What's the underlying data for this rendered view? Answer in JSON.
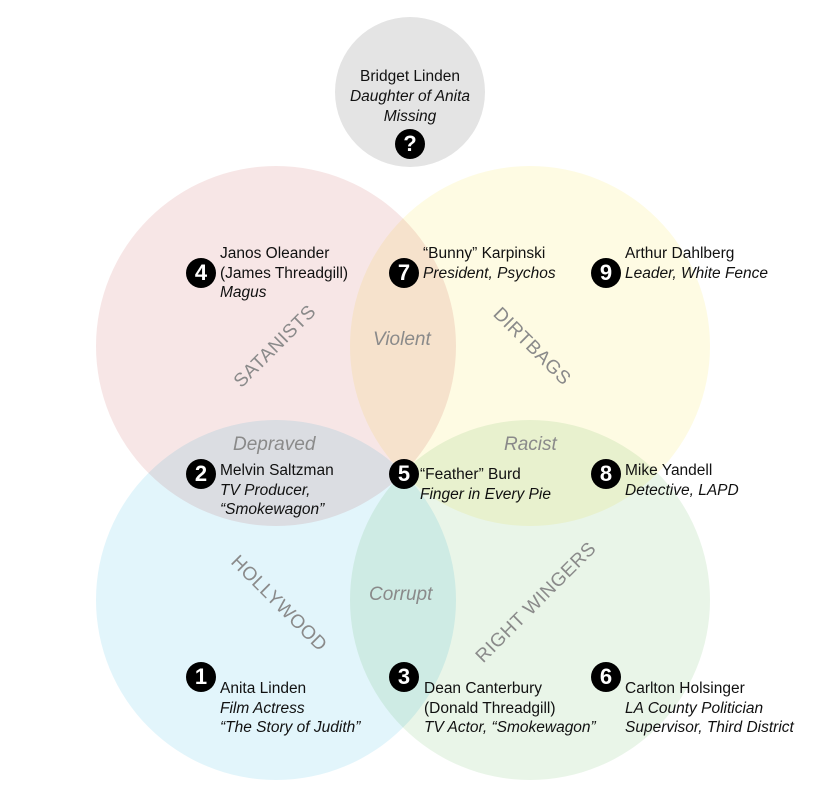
{
  "colors": {
    "satanists": "#f6dcdc",
    "dirtbags": "#fcf7cf",
    "hollywood": "#cdeef9",
    "right_wingers": "#dcefd8",
    "top": "#e4e4e4"
  },
  "top_node": {
    "name": "Bridget Linden",
    "lines": [
      "Daughter of Anita",
      "Missing"
    ],
    "badge": "?",
    "icon": "question-mark-icon"
  },
  "groups": {
    "satanists": "SATANISTS",
    "dirtbags": "DIRTBAGS",
    "hollywood": "HOLLYWOOD",
    "right_wingers": "RIGHT WINGERS"
  },
  "overlaps": {
    "violent": "Violent",
    "depraved": "Depraved",
    "racist": "Racist",
    "corrupt": "Corrupt"
  },
  "people": [
    {
      "num": "1",
      "name": "Anita Linden",
      "lines": [
        "Film Actress",
        "“The Story of Judith”"
      ]
    },
    {
      "num": "2",
      "name": "Melvin Saltzman",
      "lines": [
        "TV Producer,",
        "“Smokewagon”"
      ]
    },
    {
      "num": "3",
      "name": "Dean Canterbury",
      "name2": "(Donald Threadgill)",
      "lines": [
        "TV Actor, “Smokewagon”"
      ]
    },
    {
      "num": "4",
      "name": "Janos Oleander",
      "name2": "(James Threadgill)",
      "lines": [
        "Magus"
      ]
    },
    {
      "num": "5",
      "name": "“Feather” Burd",
      "lines": [
        "Finger in Every Pie"
      ]
    },
    {
      "num": "6",
      "name": "Carlton Holsinger",
      "lines": [
        "LA County Politician",
        "Supervisor, Third District"
      ]
    },
    {
      "num": "7",
      "name": "“Bunny” Karpinski",
      "lines": [
        "President, Psychos"
      ]
    },
    {
      "num": "8",
      "name": "Mike Yandell",
      "lines": [
        "Detective, LAPD"
      ]
    },
    {
      "num": "9",
      "name": "Arthur Dahlberg",
      "lines": [
        "Leader, White Fence"
      ]
    }
  ]
}
